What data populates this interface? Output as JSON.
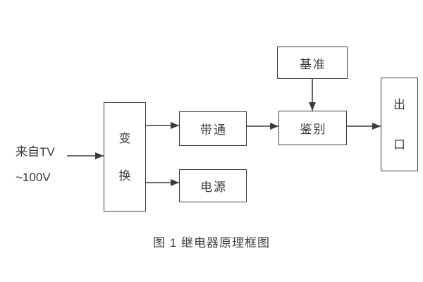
{
  "diagram": {
    "input": {
      "line1": "来自TV",
      "line2": "~100V"
    },
    "blocks": {
      "transform": {
        "label": "变换",
        "chars": [
          "变",
          "换"
        ]
      },
      "bandpass": {
        "label": "带通"
      },
      "power": {
        "label": "电源"
      },
      "reference": {
        "label": "基准"
      },
      "discriminator": {
        "label": "鉴别"
      },
      "outlet": {
        "label": "出口",
        "chars": [
          "出",
          "口"
        ]
      }
    },
    "caption": "图 1  继电器原理框图",
    "colors": {
      "line": "#3a3a3a",
      "text": "#3a3a3a",
      "background": "#ffffff"
    }
  }
}
